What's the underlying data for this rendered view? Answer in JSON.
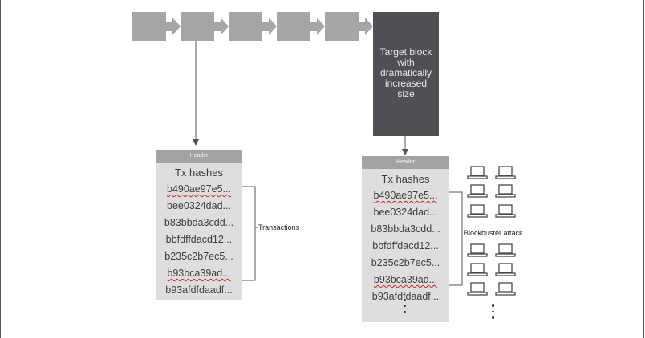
{
  "target_block": {
    "lines": [
      "Target block",
      "with",
      "dramatically",
      "increased",
      "size"
    ]
  },
  "left_panel": {
    "header": "Header",
    "title": "Tx hashes",
    "hashes": [
      "b490ae97e5...",
      "bee0324dad...",
      "b83bbda3cdd...",
      "bbfdffdacd12...",
      "b235c2b7ec5...",
      "b93bca39ad...",
      "b93afdfdaadf..."
    ]
  },
  "right_panel": {
    "header": "Header",
    "title": "Tx hashes",
    "hashes": [
      "b490ae97e5...",
      "bee0324dad...",
      "b83bbda3cdd...",
      "bbfdffdacd12...",
      "b235c2b7ec5...",
      "b93bca39ad...",
      "b93afdfdaadf..."
    ]
  },
  "labels": {
    "transactions": "Transactions",
    "attack": "Blockbuster attack"
  },
  "colors": {
    "block": "#a6a6a6",
    "target_block": "#4f4f54",
    "panel": "#dedede",
    "panel_header": "#a3a3a3",
    "connector": "#555555",
    "spellcheck": "#d9241c"
  },
  "icons": {
    "computer": "laptop-icon"
  }
}
